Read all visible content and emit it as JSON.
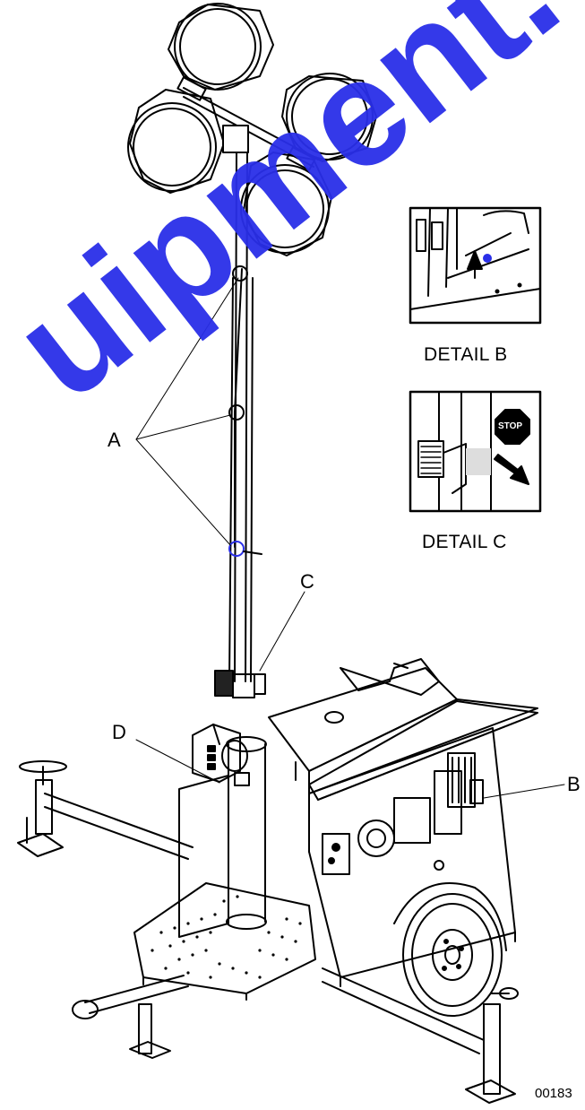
{
  "callouts": {
    "a": "A",
    "b": "B",
    "c": "C",
    "d": "D"
  },
  "details": {
    "b_title": "DETAIL B",
    "c_title": "DETAIL C",
    "stop_sign": "STOP"
  },
  "figure_number": "00183",
  "watermark": "uipment.co"
}
